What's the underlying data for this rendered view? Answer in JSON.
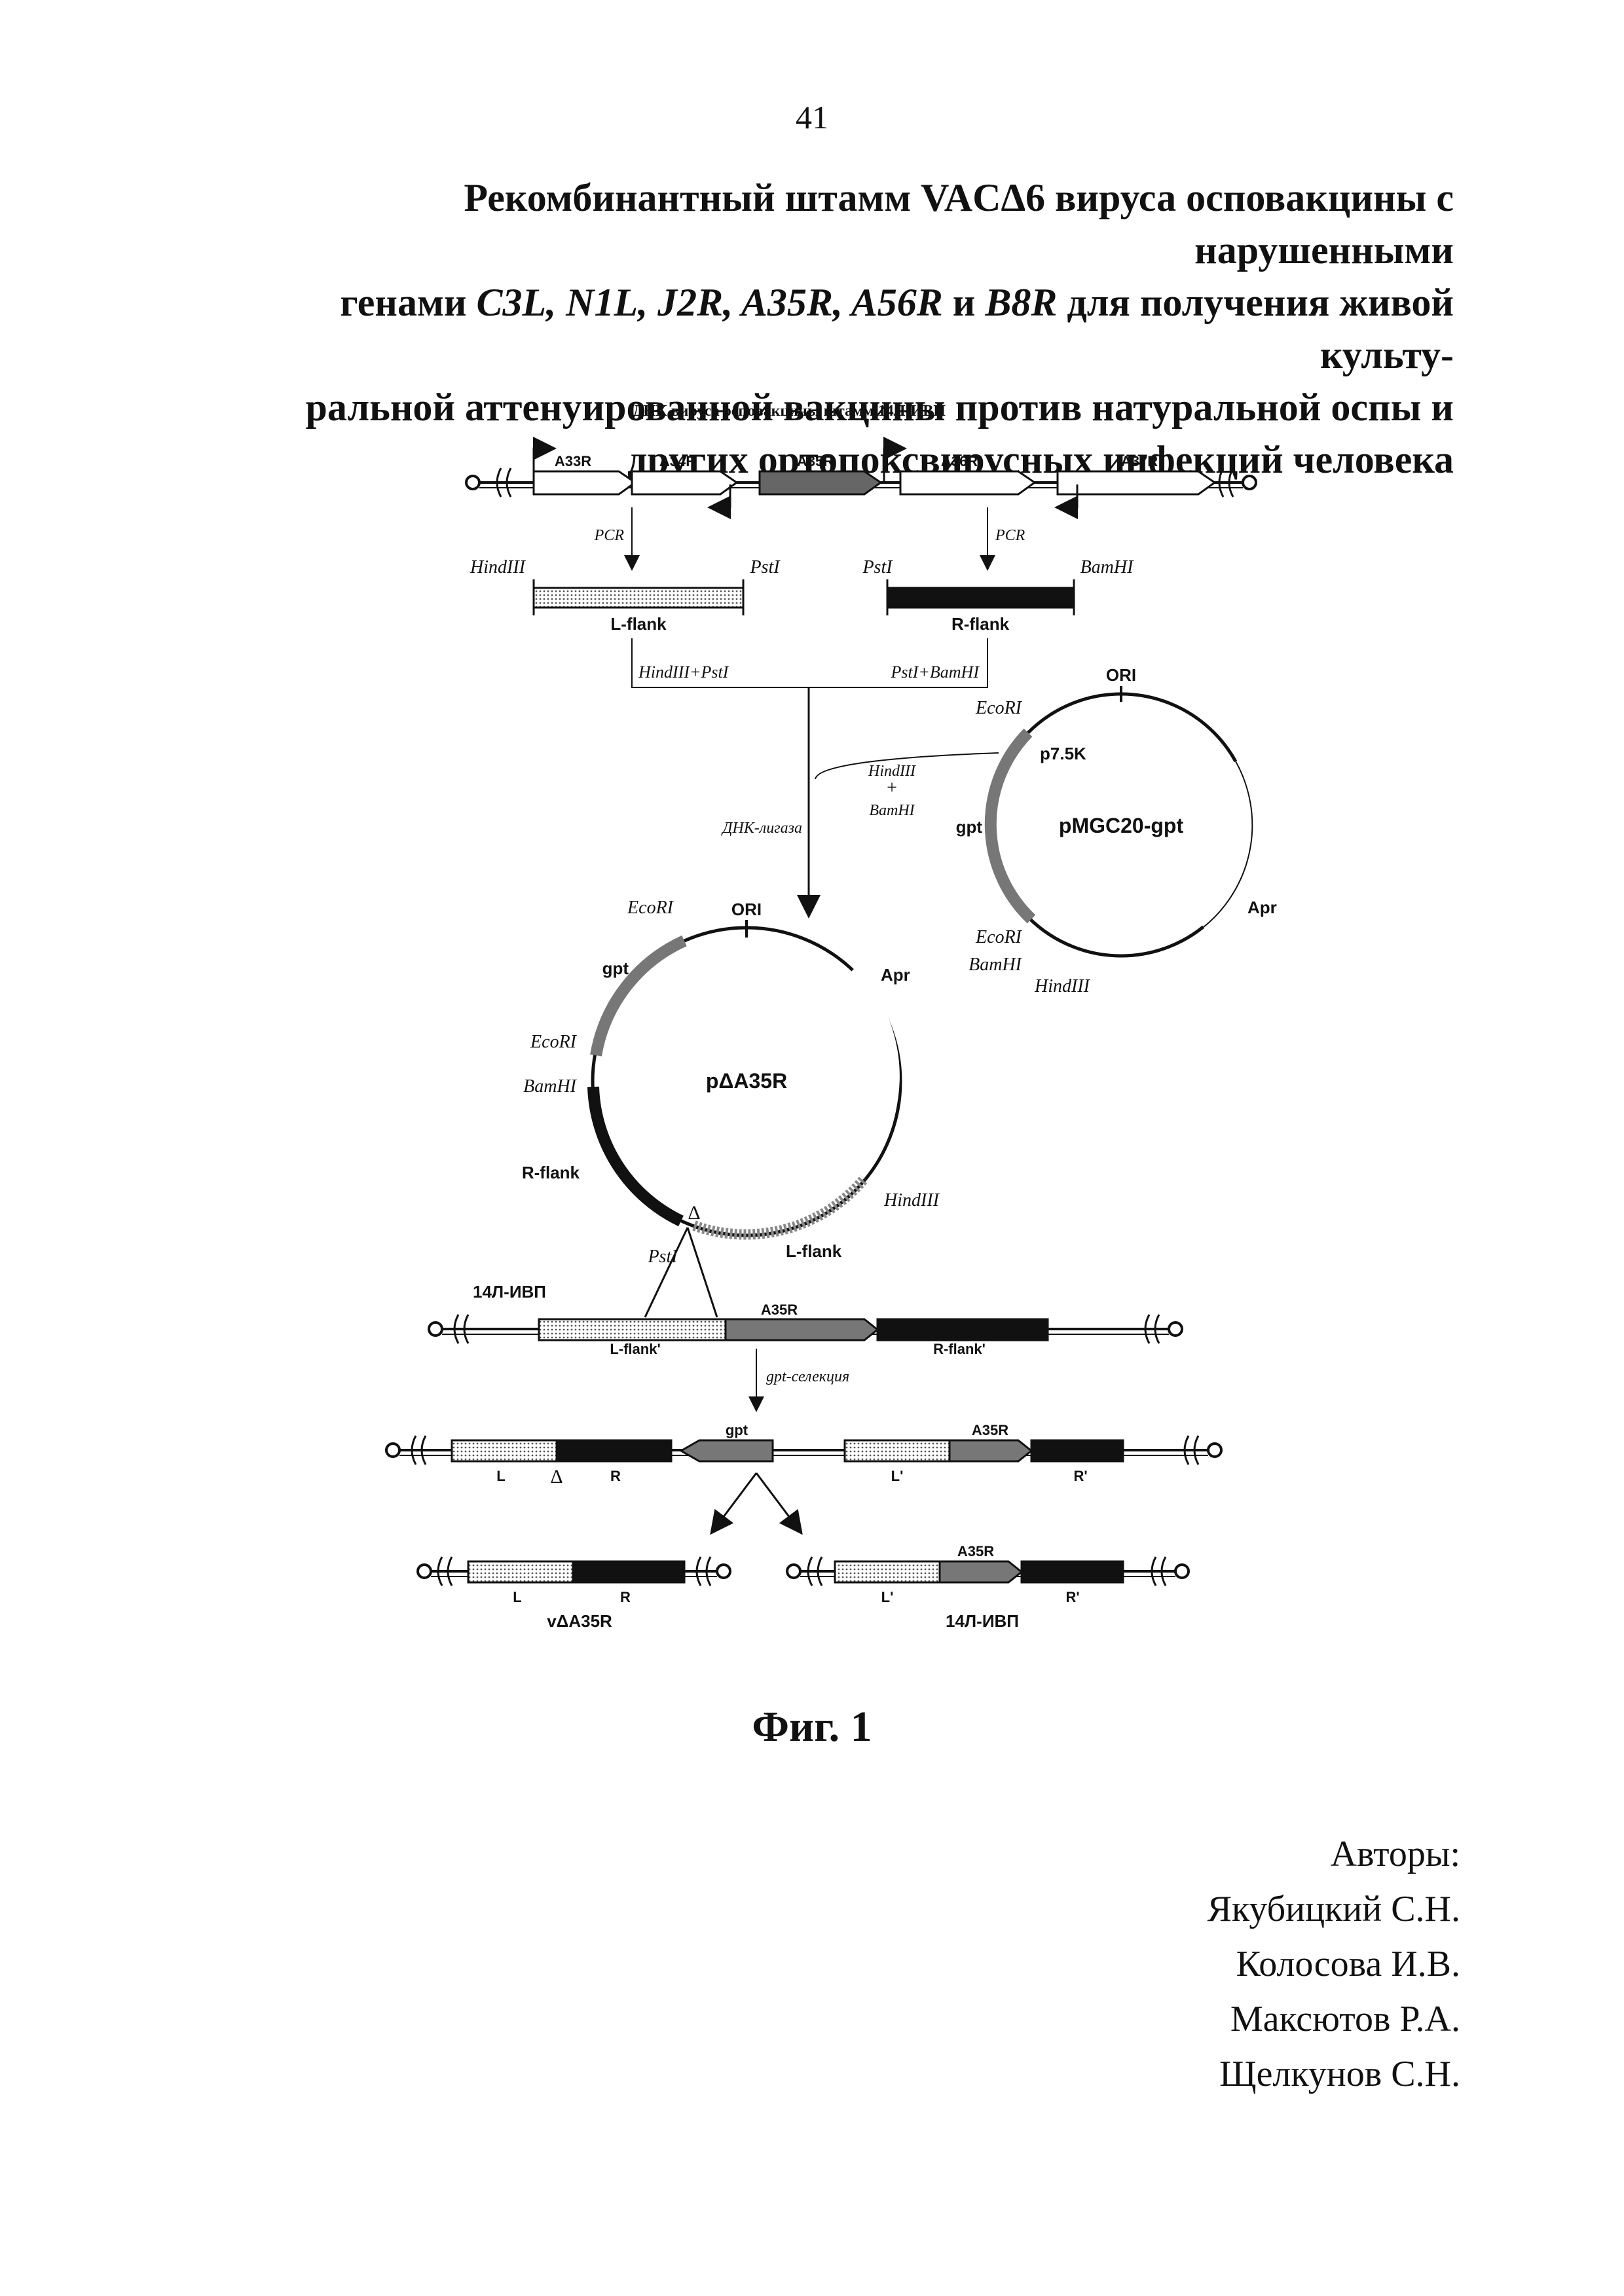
{
  "page_number": "41",
  "title": {
    "line1": "Рекомбинантный штамм VACΔ6 вируса осповакцины с нарушенными",
    "line2_prefix": "генами ",
    "line2_genes": "C3L, N1L, J2R, A35R, A56R",
    "line2_and": " и ",
    "line2_last": "B8R",
    "line2_suffix": " для получения живой культу-",
    "line3": "ральной аттенуированной вакцины против натуральной оспы и",
    "line4": "других ортопоксвирусных инфекций человека"
  },
  "figure": {
    "header": "ДНК вируса осповакцины штамм 14Л-ИВП",
    "genes": [
      "A33R",
      "A34R",
      "A35R",
      "A36R",
      "A37R"
    ],
    "pcr_label": "PCR",
    "hindiii": "HindIII",
    "psti": "PstI",
    "bamhi": "BamHI",
    "ecori": "EcoRI",
    "l_flank": "L-flank",
    "r_flank": "R-flank",
    "hind_pst": "HindIII+PstI",
    "pst_bam": "PstI+BamHI",
    "plus": "+",
    "ligase": "ДНК-лигаза",
    "ori": "ORI",
    "p75k": "p7.5K",
    "gpt": "gpt",
    "apr": "Apr",
    "plasmid1": "pMGC20-gpt",
    "plasmid2": "pΔA35R",
    "delta": "Δ",
    "strain": "14Л-ИВП",
    "a35r": "A35R",
    "l_flank_p": "L-flank'",
    "r_flank_p": "R-flank'",
    "gpt_selection": "gpt-селекция",
    "l": "L",
    "r": "R",
    "l_p": "L'",
    "r_p": "R'",
    "mutant": "vΔA35R",
    "strain_final": "14Л-ИВП"
  },
  "caption": "Фиг. 1",
  "authors": {
    "heading": "Авторы:",
    "list": [
      "Якубицкий С.Н.",
      "Колосова И.В.",
      "Максютов Р.А.",
      "Щелкунов С.Н."
    ]
  }
}
